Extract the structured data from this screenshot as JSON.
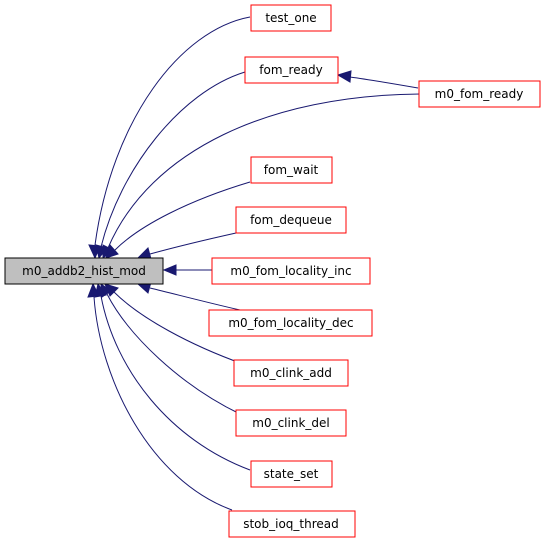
{
  "graph": {
    "root": {
      "id": "root",
      "label": "m0_addb2_hist_mod",
      "fill": "#bfbfbf",
      "border": "#000000"
    },
    "callers": [
      {
        "id": "test_one",
        "label": "test_one"
      },
      {
        "id": "fom_ready",
        "label": "fom_ready"
      },
      {
        "id": "m0_fom_ready",
        "label": "m0_fom_ready"
      },
      {
        "id": "fom_wait",
        "label": "fom_wait"
      },
      {
        "id": "fom_dequeue",
        "label": "fom_dequeue"
      },
      {
        "id": "m0_fom_locality_inc",
        "label": "m0_fom_locality_inc"
      },
      {
        "id": "m0_fom_locality_dec",
        "label": "m0_fom_locality_dec"
      },
      {
        "id": "m0_clink_add",
        "label": "m0_clink_add"
      },
      {
        "id": "m0_clink_del",
        "label": "m0_clink_del"
      },
      {
        "id": "state_set",
        "label": "state_set"
      },
      {
        "id": "stob_ioq_thread",
        "label": "stob_ioq_thread"
      }
    ],
    "edges": [
      {
        "from": "test_one",
        "to": "root"
      },
      {
        "from": "fom_ready",
        "to": "root"
      },
      {
        "from": "m0_fom_ready",
        "to": "root"
      },
      {
        "from": "m0_fom_ready",
        "to": "fom_ready"
      },
      {
        "from": "fom_wait",
        "to": "root"
      },
      {
        "from": "fom_dequeue",
        "to": "root"
      },
      {
        "from": "m0_fom_locality_inc",
        "to": "root"
      },
      {
        "from": "m0_fom_locality_dec",
        "to": "root"
      },
      {
        "from": "m0_clink_add",
        "to": "root"
      },
      {
        "from": "m0_clink_del",
        "to": "root"
      },
      {
        "from": "state_set",
        "to": "root"
      },
      {
        "from": "stob_ioq_thread",
        "to": "root"
      }
    ],
    "colors": {
      "node_border": "#ff0000",
      "node_fill": "#ffffff",
      "edge": "#191970",
      "text": "#000000"
    }
  }
}
